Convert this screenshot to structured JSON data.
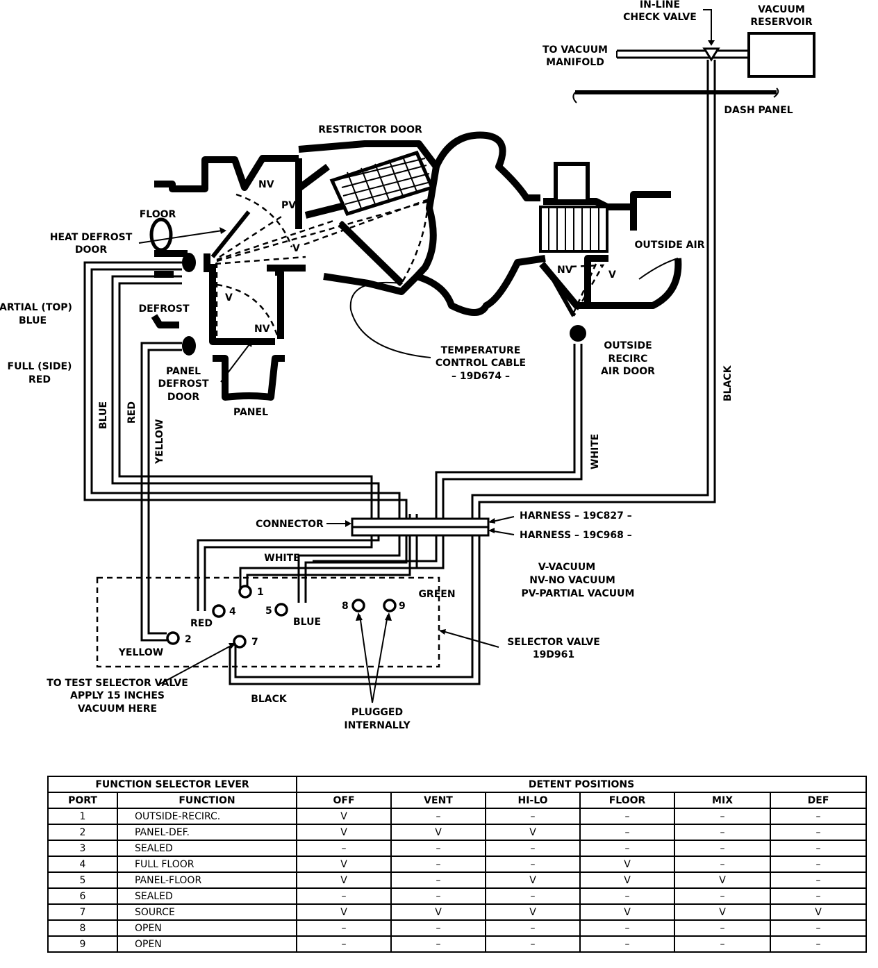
{
  "labels": {
    "inline_check_valve": [
      "IN-LINE",
      "CHECK VALVE"
    ],
    "vacuum_reservoir": [
      "VACUUM",
      "RESERVOIR"
    ],
    "to_vacuum_manifold": [
      "TO VACUUM",
      "MANIFOLD"
    ],
    "dash_panel": "DASH PANEL",
    "restrictor_door": "RESTRICTOR DOOR",
    "floor": "FLOOR",
    "heat_defrost_door": [
      "HEAT DEFROST",
      "DOOR"
    ],
    "defrost": "DEFROST",
    "partial_top_blue": [
      "PARTIAL (TOP)",
      "BLUE"
    ],
    "full_side_red": [
      "FULL (SIDE)",
      "RED"
    ],
    "panel_defrost_door": [
      "PANEL",
      "DEFROST",
      "DOOR"
    ],
    "panel": "PANEL",
    "temperature_control_cable": [
      "TEMPERATURE",
      "CONTROL CABLE",
      "– 19D674 –"
    ],
    "outside_air": "OUTSIDE AIR",
    "outside_recirc_air_door": [
      "OUTSIDE",
      "RECIRC",
      "AIR DOOR"
    ],
    "connector": "CONNECTOR",
    "harness_1": "HARNESS  – 19C827 –",
    "harness_2": "HARNESS  – 19C968 –",
    "legend": [
      "V-VACUUM",
      "NV-NO VACUUM",
      "PV-PARTIAL VACUUM"
    ],
    "selector_valve": [
      "SELECTOR VALVE",
      "19D961"
    ],
    "test_note": [
      "TO TEST SELECTOR VALVE",
      "APPLY 15 INCHES",
      "VACUUM HERE"
    ],
    "plugged_internally": [
      "PLUGGED",
      "INTERNALLY"
    ],
    "state_nv": "NV",
    "state_pv": "PV",
    "state_v": "V"
  },
  "hoses": {
    "blue": "BLUE",
    "red": "RED",
    "yellow": "YELLOW",
    "white": "WHITE",
    "black": "BLACK",
    "green": "GREEN"
  },
  "ports": [
    "1",
    "2",
    "4",
    "5",
    "7",
    "8",
    "9"
  ],
  "table": {
    "group_left": "FUNCTION SELECTOR LEVER",
    "group_right": "DETENT POSITIONS",
    "columns": [
      "PORT",
      "FUNCTION",
      "OFF",
      "VENT",
      "HI-LO",
      "FLOOR",
      "MIX",
      "DEF"
    ],
    "rows": [
      [
        "1",
        "OUTSIDE-RECIRC.",
        "V",
        "–",
        "–",
        "–",
        "–",
        "–"
      ],
      [
        "2",
        "PANEL-DEF.",
        "V",
        "V",
        "V",
        "–",
        "–",
        "–"
      ],
      [
        "3",
        "SEALED",
        "–",
        "–",
        "–",
        "–",
        "–",
        "–"
      ],
      [
        "4",
        "FULL FLOOR",
        "V",
        "–",
        "–",
        "V",
        "–",
        "–"
      ],
      [
        "5",
        "PANEL-FLOOR",
        "V",
        "–",
        "V",
        "V",
        "V",
        "–"
      ],
      [
        "6",
        "SEALED",
        "–",
        "–",
        "–",
        "–",
        "–",
        "–"
      ],
      [
        "7",
        "SOURCE",
        "V",
        "V",
        "V",
        "V",
        "V",
        "V"
      ],
      [
        "8",
        "OPEN",
        "–",
        "–",
        "–",
        "–",
        "–",
        "–"
      ],
      [
        "9",
        "OPEN",
        "–",
        "–",
        "–",
        "–",
        "–",
        "–"
      ]
    ]
  }
}
